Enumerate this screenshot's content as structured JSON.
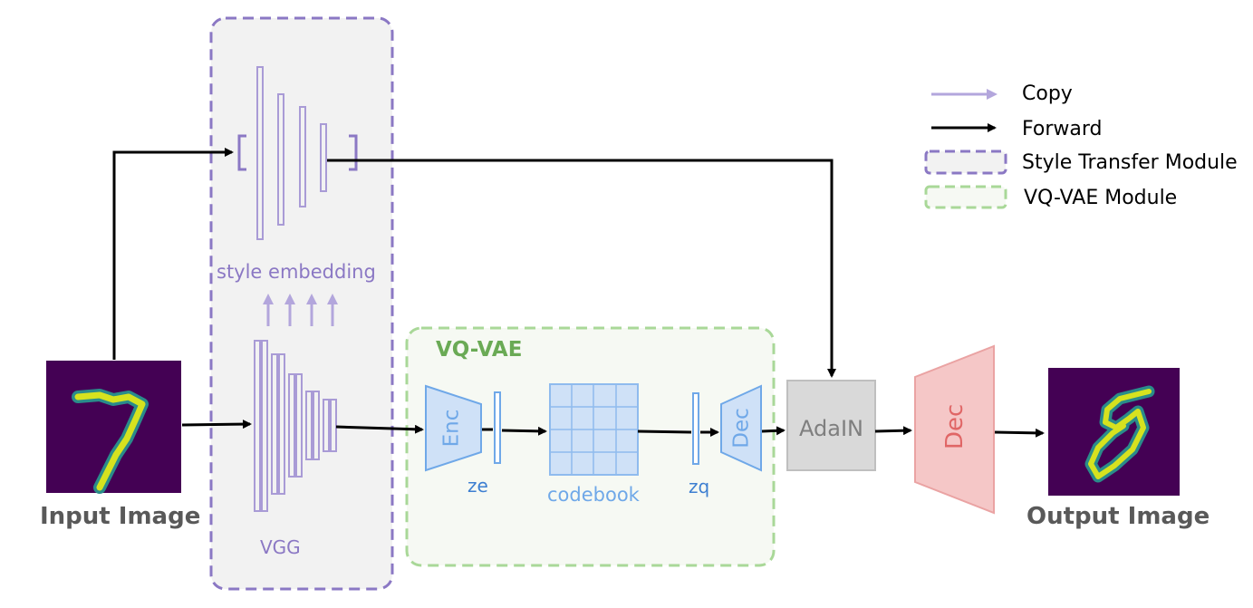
{
  "inputs": {
    "input_label": "Input Image",
    "output_label": "Output Image"
  },
  "style_module": {
    "embedding_label": "style embedding",
    "vgg_label": "VGG"
  },
  "vqvae_module": {
    "title": "VQ-VAE",
    "enc_label": "Enc",
    "ze_label": "ze",
    "codebook_label": "codebook",
    "zq_label": "zq",
    "dec_label": "Dec"
  },
  "adain": {
    "label": "AdaIN"
  },
  "decoder": {
    "label": "Dec"
  },
  "legend": {
    "copy": "Copy",
    "forward": "Forward",
    "style_transfer": "Style Transfer Module",
    "vqvae": "VQ-VAE Module"
  },
  "colors": {
    "purple": "#8b78c4",
    "purple_light": "#b3a6dc",
    "green": "#7fbf69",
    "green_dash": "#a9d898",
    "blue": "#6fa8e8",
    "blue_fill": "#cfe1f7",
    "red_fill": "#f5c7c7",
    "red_text": "#e06666",
    "gray_box": "#d9d9d9",
    "digit_bg": "#440154",
    "digit_fg": "#d6e21f"
  }
}
